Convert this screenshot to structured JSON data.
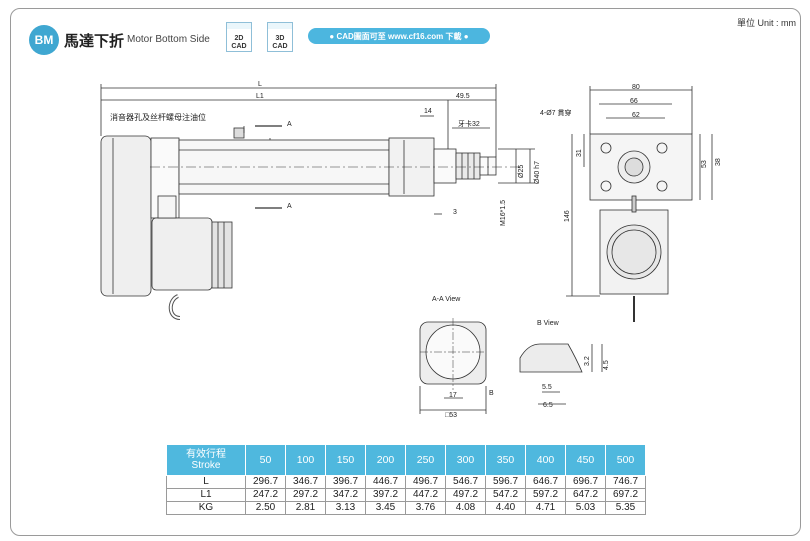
{
  "header": {
    "badge": "BM",
    "title_cn": "馬達下折",
    "title_en": "Motor Bottom Side",
    "cad2d": {
      "top": "2D",
      "bottom": "CAD"
    },
    "cad3d": {
      "top": "3D",
      "bottom": "CAD"
    },
    "cad_link": "● CAD圖面可至 www.cf16.com 下載 ●",
    "unit": "單位 Unit : mm"
  },
  "drawing": {
    "dim_L": "L",
    "dim_L1": "L1",
    "dim_49_5": "49.5",
    "dim_14": "14",
    "dim_hex32": "牙卡32",
    "note_oil": "消音器孔及丝杆螺母注油位",
    "section_A": "A",
    "dim_3": "3",
    "dim_m16": "M16*1.5",
    "dim_d25": "Ø25",
    "dim_d40": "Ø40 h7",
    "dim_80": "80",
    "dim_66": "66",
    "dim_62": "62",
    "note_holes": "4-Ø7 貫穿",
    "dim_31": "31",
    "dim_38": "38",
    "dim_53": "53",
    "dim_146": "146",
    "view_aa": "A-A View",
    "view_b": "B View",
    "dim_17": "17",
    "dim_sq53": "□53",
    "label_B": "B",
    "dim_3_2": "3.2",
    "dim_4_5": "4.5",
    "dim_5_5": "5.5",
    "dim_6_5": "6.5"
  },
  "table": {
    "header_cn": "有效行程",
    "header_en": "Stroke",
    "strokes": [
      "50",
      "100",
      "150",
      "200",
      "250",
      "300",
      "350",
      "400",
      "450",
      "500"
    ],
    "rows": [
      {
        "label": "L",
        "values": [
          "296.7",
          "346.7",
          "396.7",
          "446.7",
          "496.7",
          "546.7",
          "596.7",
          "646.7",
          "696.7",
          "746.7"
        ]
      },
      {
        "label": "L1",
        "values": [
          "247.2",
          "297.2",
          "347.2",
          "397.2",
          "447.2",
          "497.2",
          "547.2",
          "597.2",
          "647.2",
          "697.2"
        ]
      },
      {
        "label": "KG",
        "values": [
          "2.50",
          "2.81",
          "3.13",
          "3.45",
          "3.76",
          "4.08",
          "4.40",
          "4.71",
          "5.03",
          "5.35"
        ]
      }
    ]
  }
}
